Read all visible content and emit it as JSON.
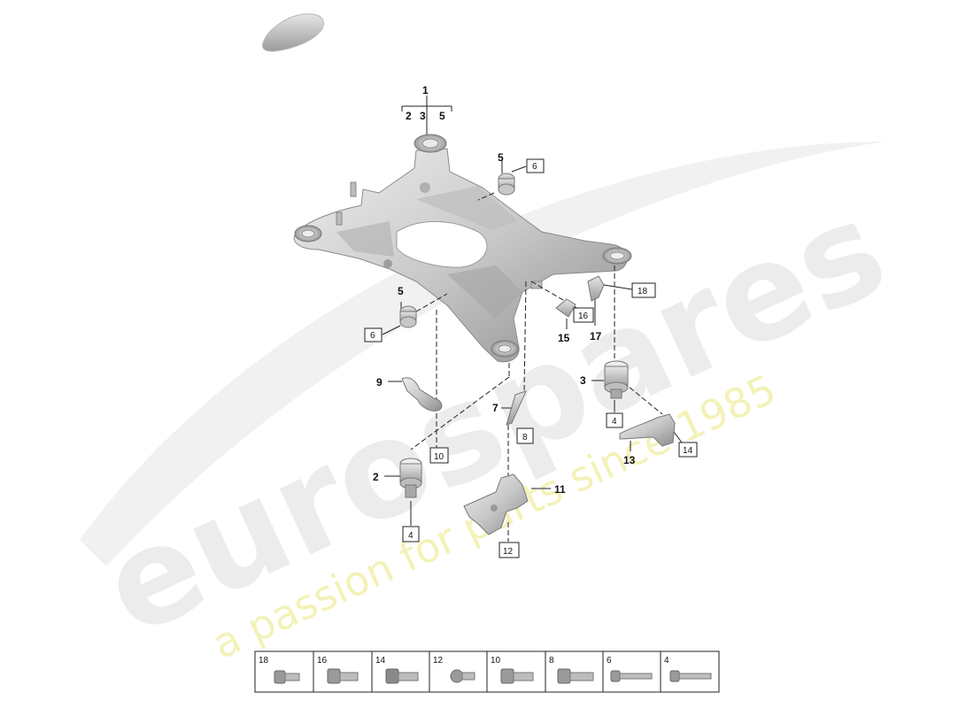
{
  "watermark": {
    "brand": "eurospares",
    "slogan": "a passion for parts since 1985"
  },
  "callouts": {
    "group_main": "1",
    "group_sub_a": "2",
    "group_sub_b": "3",
    "group_sub_c": "5",
    "bush_top_num": "5",
    "bush_top_box": "6",
    "bush_left_num": "5",
    "bush_left_box": "6",
    "box_18": "18",
    "box_16": "16",
    "num_15": "15",
    "num_17": "17",
    "num_3": "3",
    "box_4_right": "4",
    "num_13": "13",
    "box_14": "14",
    "num_9": "9",
    "box_10": "10",
    "num_7": "7",
    "box_8": "8",
    "num_2": "2",
    "box_4_left": "4",
    "num_11": "11",
    "box_12": "12"
  },
  "fastener_legend": [
    "18",
    "16",
    "14",
    "12",
    "10",
    "8",
    "6",
    "4"
  ],
  "colors": {
    "part_fill": "#d9d9d9",
    "part_shade": "#a9a9a9",
    "part_dark": "#7d7d7d",
    "line": "#222222",
    "watermark_grey": "#ececec",
    "watermark_yellow": "#f3f2b8"
  }
}
